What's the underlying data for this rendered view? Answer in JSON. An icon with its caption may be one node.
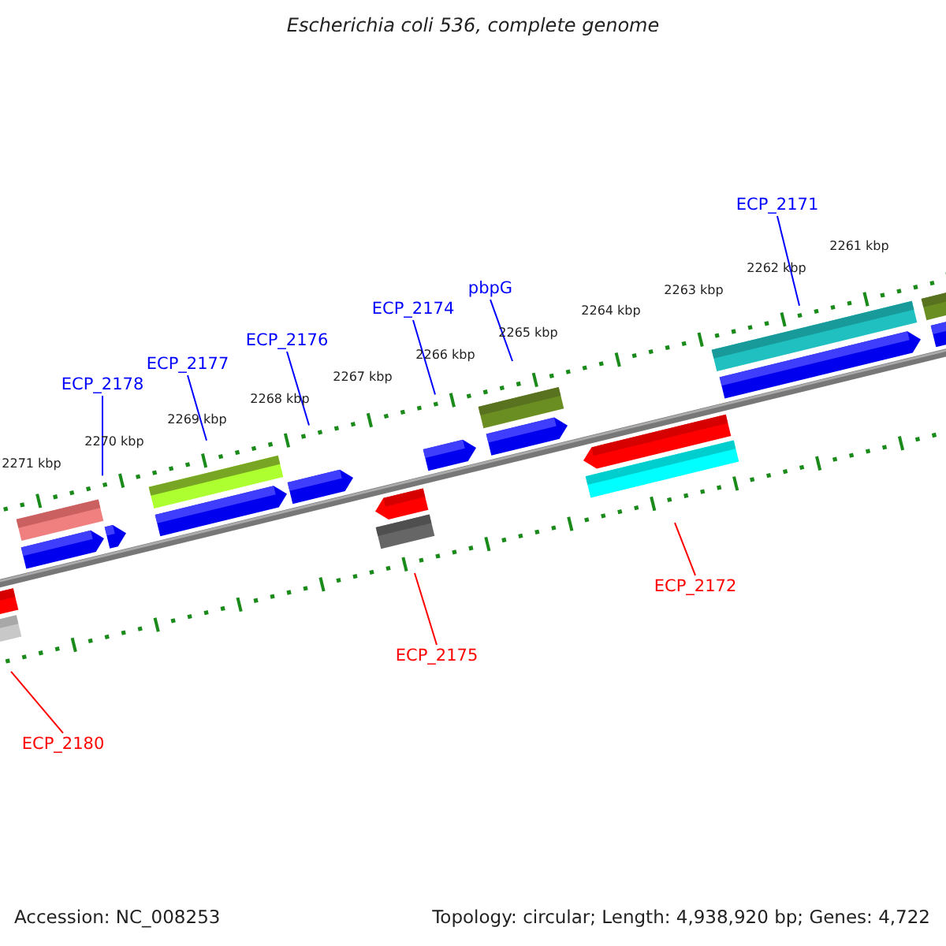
{
  "diagram": {
    "title": "Escherichia coli 536, complete genome",
    "nodes": [
      {
        "text": [
          "ECP_2171"
        ]
      },
      {
        "text": [
          "pbpG"
        ]
      },
      {
        "text": [
          "ECP_2174"
        ]
      },
      {
        "text": [
          "ECP_2176"
        ]
      },
      {
        "text": [
          "ECP_2177"
        ]
      },
      {
        "text": [
          "ECP_2178"
        ]
      },
      {
        "text": [
          "ECP_2172"
        ]
      },
      {
        "text": [
          "ECP_2175"
        ]
      },
      {
        "text": [
          "ECP_2180"
        ]
      }
    ],
    "edges": [
      {
        "from": 0,
        "to": null,
        "arrow": "none"
      },
      {
        "from": 1,
        "to": null,
        "arrow": "none"
      },
      {
        "from": 2,
        "to": null,
        "arrow": "none"
      },
      {
        "from": 3,
        "to": null,
        "arrow": "none"
      },
      {
        "from": 4,
        "to": null,
        "arrow": "none"
      },
      {
        "from": 5,
        "to": null,
        "arrow": "none"
      },
      {
        "from": 6,
        "to": null,
        "arrow": "none",
        "color": "#ff0000"
      },
      {
        "from": 7,
        "to": null,
        "arrow": "none",
        "color": "#ff0000"
      },
      {
        "from": 8,
        "to": null,
        "arrow": "none",
        "color": "#ff0000"
      }
    ],
    "labels": [
      "2271 kbp",
      "2270 kbp",
      "2269 kbp",
      "2268 kbp",
      "2267 kbp",
      "2266 kbp",
      "2265 kbp",
      "2264 kbp",
      "2263 kbp",
      "2262 kbp",
      "2261 kbp",
      "Accession: NC_008253",
      "Topology: circular; Length: 4,938,920 bp; Genes: 4,722"
    ]
  }
}
